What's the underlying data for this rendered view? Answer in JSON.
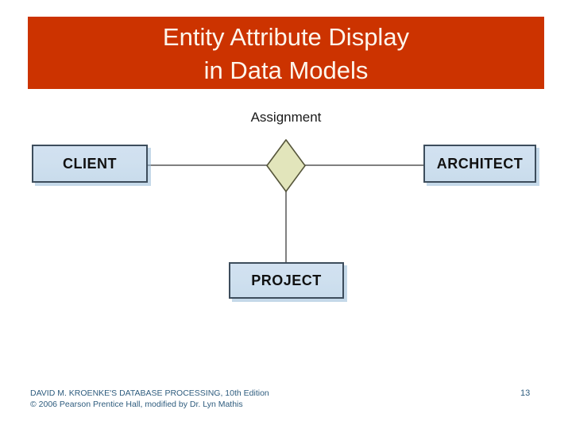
{
  "slide": {
    "title": {
      "line1": "Entity Attribute Display",
      "line2": "in Data Models",
      "banner_color": "#cc3300",
      "text_color": "#fdf6ec"
    },
    "diagram": {
      "type": "entity-relationship-diagram",
      "entities": [
        {
          "id": "client",
          "label": "CLIENT"
        },
        {
          "id": "architect",
          "label": "ARCHITECT"
        },
        {
          "id": "project",
          "label": "PROJECT"
        }
      ],
      "relationships": [
        {
          "id": "assignment",
          "label": "Assignment",
          "shape": "diamond",
          "fill_color": "#e2e5bb",
          "border_color": "#55553a"
        }
      ],
      "connections": [
        {
          "from": "client",
          "to": "assignment"
        },
        {
          "from": "assignment",
          "to": "architect"
        },
        {
          "from": "assignment",
          "to": "project"
        }
      ],
      "entity_fill_color": "#cfe0ef",
      "entity_border_color": "#3d4d5c",
      "connector_color": "#808080"
    },
    "footer": {
      "credit_line_1": "DAVID M. KROENKE'S DATABASE PROCESSING, 10th Edition",
      "credit_line_2": "© 2006 Pearson Prentice Hall, modified by Dr. Lyn Mathis",
      "page_number": "13",
      "text_color": "#2e5c7e"
    }
  }
}
